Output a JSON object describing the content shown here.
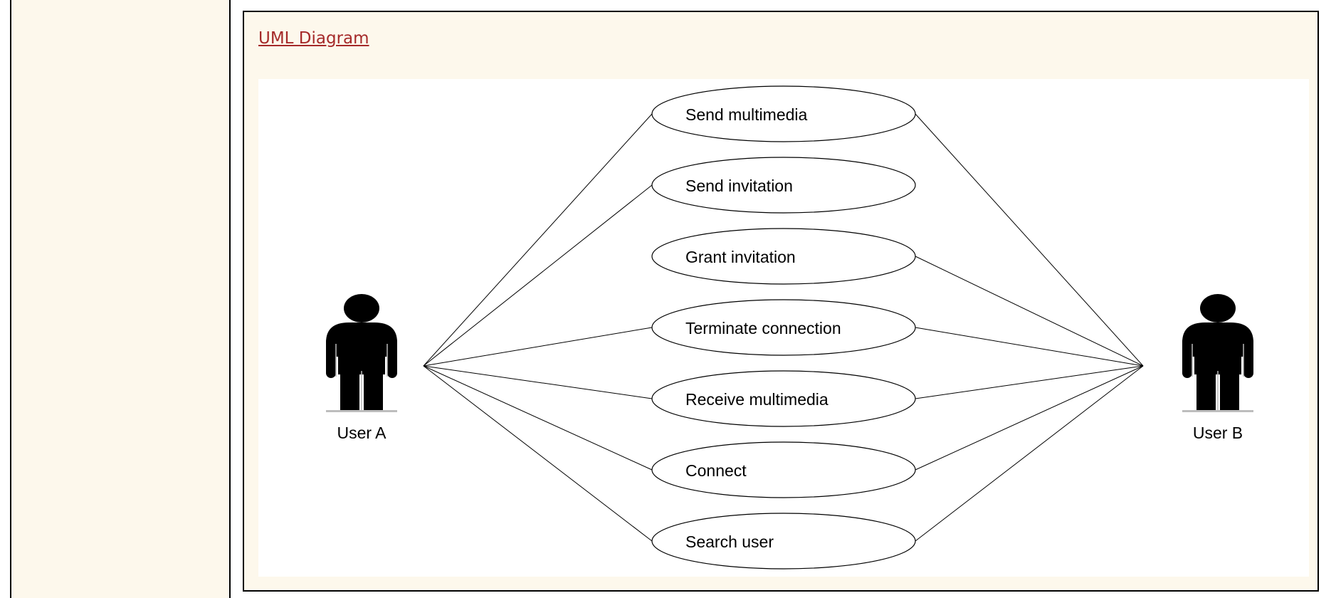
{
  "page": {
    "title_link": "UML Diagram"
  },
  "diagram": {
    "actors": [
      {
        "id": "userA",
        "name": "User A"
      },
      {
        "id": "userB",
        "name": "User B"
      }
    ],
    "use_cases": [
      {
        "id": "uc1",
        "label": "Send multimedia"
      },
      {
        "id": "uc2",
        "label": "Send invitation"
      },
      {
        "id": "uc3",
        "label": "Grant invitation"
      },
      {
        "id": "uc4",
        "label": "Terminate connection"
      },
      {
        "id": "uc5",
        "label": "Receive multimedia"
      },
      {
        "id": "uc6",
        "label": "Connect"
      },
      {
        "id": "uc7",
        "label": "Search user"
      }
    ],
    "associations": [
      {
        "actor": "userA",
        "use_case": "uc1"
      },
      {
        "actor": "userA",
        "use_case": "uc2"
      },
      {
        "actor": "userA",
        "use_case": "uc4"
      },
      {
        "actor": "userA",
        "use_case": "uc5"
      },
      {
        "actor": "userA",
        "use_case": "uc6"
      },
      {
        "actor": "userA",
        "use_case": "uc7"
      },
      {
        "actor": "userB",
        "use_case": "uc1"
      },
      {
        "actor": "userB",
        "use_case": "uc3"
      },
      {
        "actor": "userB",
        "use_case": "uc4"
      },
      {
        "actor": "userB",
        "use_case": "uc5"
      },
      {
        "actor": "userB",
        "use_case": "uc6"
      },
      {
        "actor": "userB",
        "use_case": "uc7"
      }
    ]
  }
}
